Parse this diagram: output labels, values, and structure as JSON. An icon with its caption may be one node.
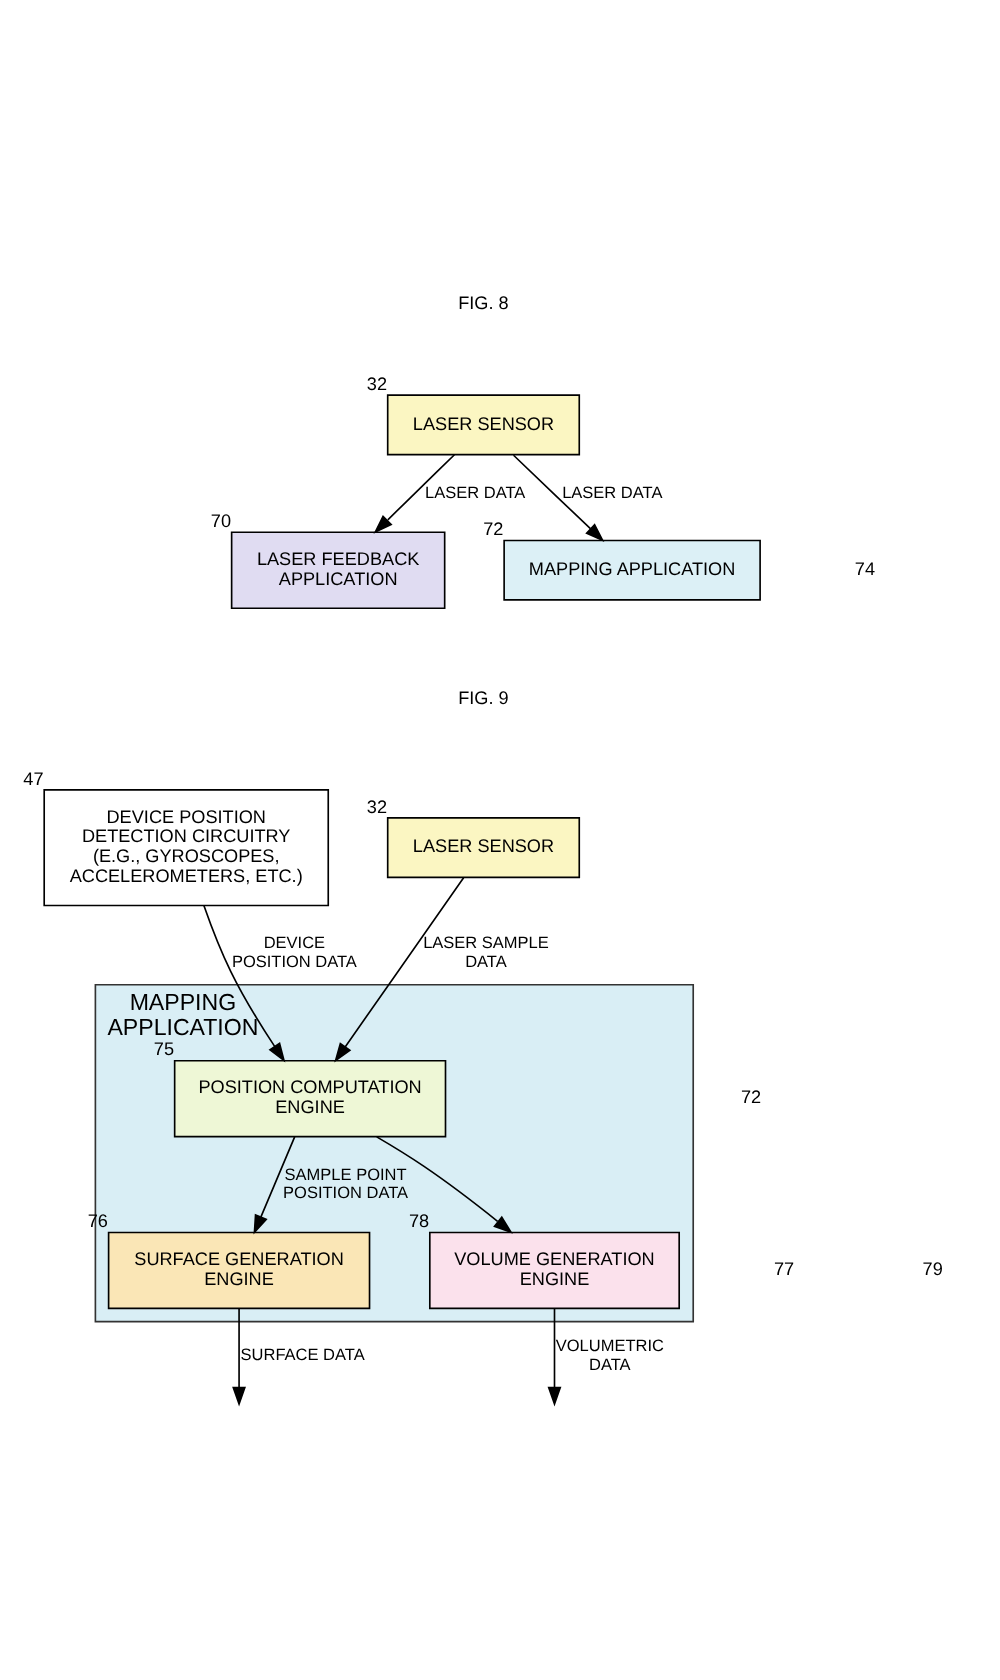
{
  "diagram": {
    "nodes": [
      {
        "text": [
          "LASER SENSOR"
        ],
        "beside": [
          "32"
        ]
      },
      {
        "text": [
          "LASER FEEDBACK APPLICATION"
        ],
        "beside": [
          "70"
        ]
      },
      {
        "text": [
          "MAPPING APPLICATION"
        ],
        "beside": [
          "72"
        ]
      },
      {
        "text": [
          "LASER SENSOR"
        ],
        "beside": [
          "32"
        ]
      },
      {
        "text": [
          "DEVICE POSITION DETECTION CIRCUITRY (E.G., GYROSCOPES, ACCELEROMETERS, ETC.)"
        ],
        "beside": [
          "47"
        ]
      },
      {
        "text": [
          "MAPPING APPLICATION"
        ],
        "beside": [
          "72"
        ]
      },
      {
        "text": [
          "POSITION COMPUTATION ENGINE"
        ],
        "beside": [
          "75"
        ],
        "in": 5
      },
      {
        "text": [
          "SURFACE GENERATION ENGINE"
        ],
        "beside": [
          "76"
        ],
        "in": 5
      },
      {
        "text": [
          "VOLUME GENERATION ENGINE"
        ],
        "beside": [
          "78"
        ],
        "in": 5
      }
    ],
    "edges": [
      {
        "from": 0,
        "to": 1,
        "arrow": "to",
        "label": "LASER DATA"
      },
      {
        "from": 0,
        "to": 2,
        "arrow": "to",
        "label": "LASER DATA"
      },
      {
        "from": 3,
        "to": 6,
        "arrow": "to",
        "label": "LASER SAMPLE DATA"
      },
      {
        "from": 4,
        "to": 6,
        "arrow": "to",
        "label": "DEVICE POSITION DATA"
      },
      {
        "from": 6,
        "to": 7,
        "arrow": "to",
        "label": "SAMPLE POINT POSITION DATA"
      },
      {
        "from": 6,
        "to": 8,
        "arrow": "to"
      },
      {
        "from": 7,
        "to": null,
        "arrow": "to",
        "label": "SURFACE DATA"
      },
      {
        "from": 8,
        "to": null,
        "arrow": "to",
        "label": "VOLUMETRIC DATA"
      }
    ],
    "labels": [
      "FIG. 8",
      "74",
      "FIG. 9",
      "77",
      "79"
    ]
  }
}
